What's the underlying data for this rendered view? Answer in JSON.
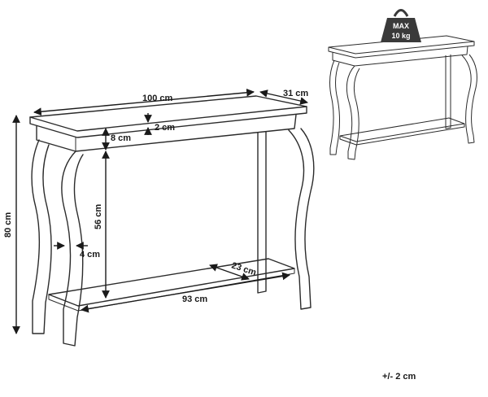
{
  "dimensions": {
    "width": "100 cm",
    "depth": "31 cm",
    "top_thickness": "2 cm",
    "apron_height": "8 cm",
    "height": "80 cm",
    "leg_clearance": "56 cm",
    "leg_width": "4 cm",
    "shelf_depth": "23 cm",
    "shelf_width": "93 cm"
  },
  "weight_label": {
    "line1": "MAX",
    "line2": "10 kg"
  },
  "tolerance": "+/- 2 cm",
  "colors": {
    "line": "#2b2b2b",
    "text": "#1a1a1a",
    "weight_fill": "#3a3a3a"
  },
  "icons": {
    "weight": "weight-icon"
  }
}
